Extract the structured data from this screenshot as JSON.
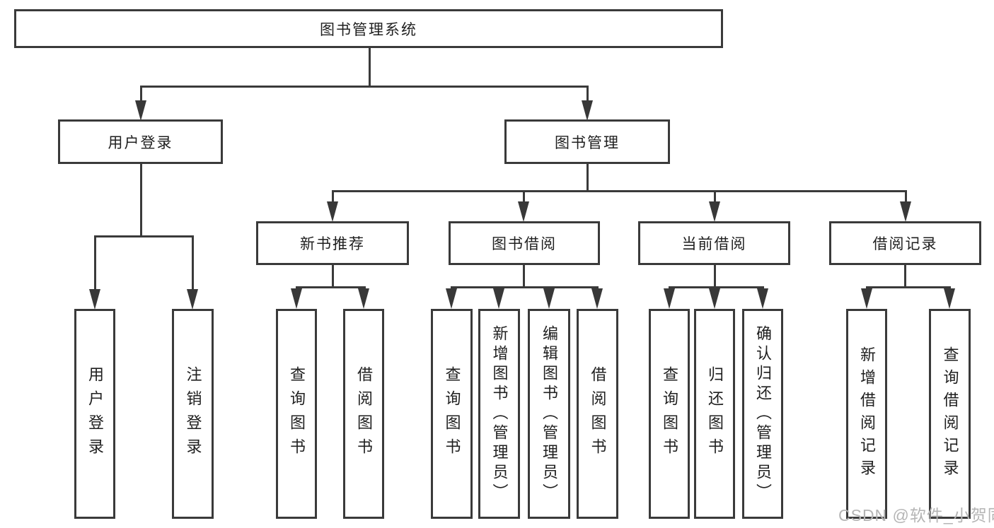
{
  "colors": {
    "line": "#3a3a3a",
    "text": "#1f1f1f",
    "watermark_gray": "#b5b5b5",
    "background": "#ffffff"
  },
  "nodes": {
    "root": "图书管理系统",
    "user_login": "用户登录",
    "book_mgmt": "图书管理",
    "new_book_rec": "新书推荐",
    "book_borrow": "图书借阅",
    "current_borrow": "当前借阅",
    "borrow_records": "借阅记录",
    "leaf_user_login": "用户登录",
    "leaf_logout": "注销登录",
    "leaf_nbr_query": "查询图书",
    "leaf_nbr_borrow": "借阅图书",
    "leaf_bb_query": "查询图书",
    "leaf_bb_add": "新增图书（管理员）",
    "leaf_bb_edit": "编辑图书（管理员）",
    "leaf_bb_borrow": "借阅图书",
    "leaf_cb_query": "查询图书",
    "leaf_cb_return": "归还图书",
    "leaf_cb_confirm": "确认归还（管理员）",
    "leaf_br_add": "新增借阅记录",
    "leaf_br_query": "查询借阅记录"
  },
  "watermark": "CSDN @软件_小贺同学"
}
